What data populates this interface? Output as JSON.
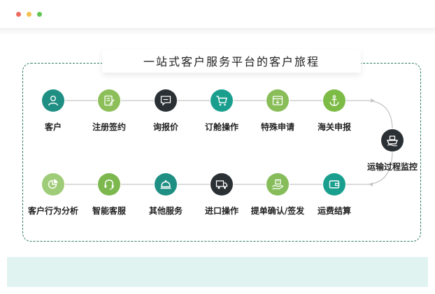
{
  "window": {
    "controls": [
      {
        "name": "close",
        "color": "#ec6a5e"
      },
      {
        "name": "minimize",
        "color": "#f4bf4f"
      },
      {
        "name": "maximize",
        "color": "#61c554"
      }
    ]
  },
  "diagram": {
    "title": "一站式客户服务平台的客户旅程",
    "steps": [
      {
        "id": "customer",
        "label": "客户",
        "icon": "user-icon",
        "color": "#1f8f84"
      },
      {
        "id": "signup",
        "label": "注册签约",
        "icon": "contract-icon",
        "color": "#8cbf5a"
      },
      {
        "id": "inquiry",
        "label": "询报价",
        "icon": "quote-chat-icon",
        "color": "#2b3035"
      },
      {
        "id": "booking",
        "label": "订舱操作",
        "icon": "cart-icon",
        "color": "#1a9f8e"
      },
      {
        "id": "special",
        "label": "特殊申请",
        "icon": "document-download-icon",
        "color": "#89bd58"
      },
      {
        "id": "customs",
        "label": "海关申报",
        "icon": "anchor-icon",
        "color": "#7dbb47"
      },
      {
        "id": "monitor",
        "label": "运输过程监控",
        "icon": "ship-icon",
        "color": "#2b3035"
      },
      {
        "id": "settlement",
        "label": "运费结算",
        "icon": "wallet-icon",
        "color": "#1a9f8e"
      },
      {
        "id": "confirm",
        "label": "提单确认/签发",
        "icon": "package-hand-icon",
        "color": "#86bd5a"
      },
      {
        "id": "import",
        "label": "进口操作",
        "icon": "truck-icon",
        "color": "#2b3035"
      },
      {
        "id": "other",
        "label": "其他服务",
        "icon": "service-bell-icon",
        "color": "#1f8f84"
      },
      {
        "id": "smart",
        "label": "智能客服",
        "icon": "headset-icon",
        "color": "#7db84f"
      },
      {
        "id": "analytics",
        "label": "客户行为分析",
        "icon": "pie-chart-icon",
        "color": "#9fcc78"
      }
    ]
  }
}
